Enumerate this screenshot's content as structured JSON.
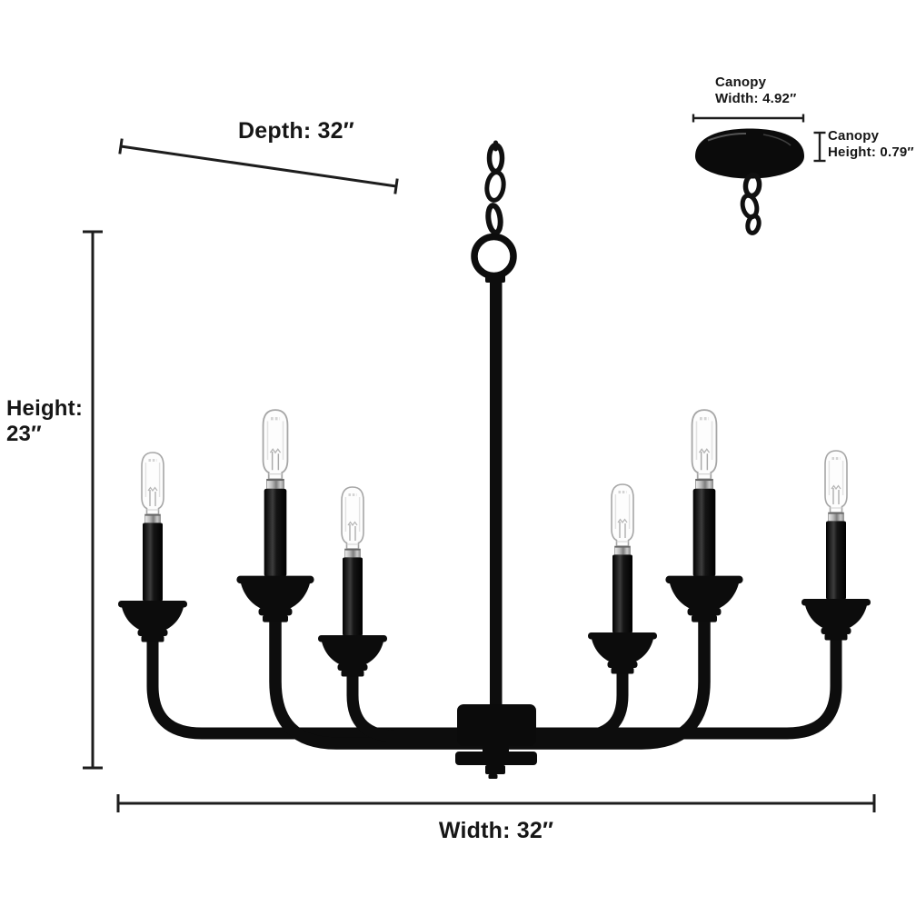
{
  "figure": {
    "kind": "product-dimension-diagram",
    "subject": "6-light candle chandelier, matte black finish",
    "light_count": 6,
    "background_color": "#ffffff",
    "fixture_color": "#0d0d0d",
    "dimension_line_color": "#1d1d1d",
    "text_color": "#161616"
  },
  "labels": {
    "depth": "Depth: 32″",
    "height_line1": "Height:",
    "height_line2": "23″",
    "width": "Width: 32″",
    "canopy_width_line1": "Canopy",
    "canopy_width_line2": "Width: 4.92″",
    "canopy_height_line1": "Canopy",
    "canopy_height_line2": "Height: 0.79″"
  }
}
